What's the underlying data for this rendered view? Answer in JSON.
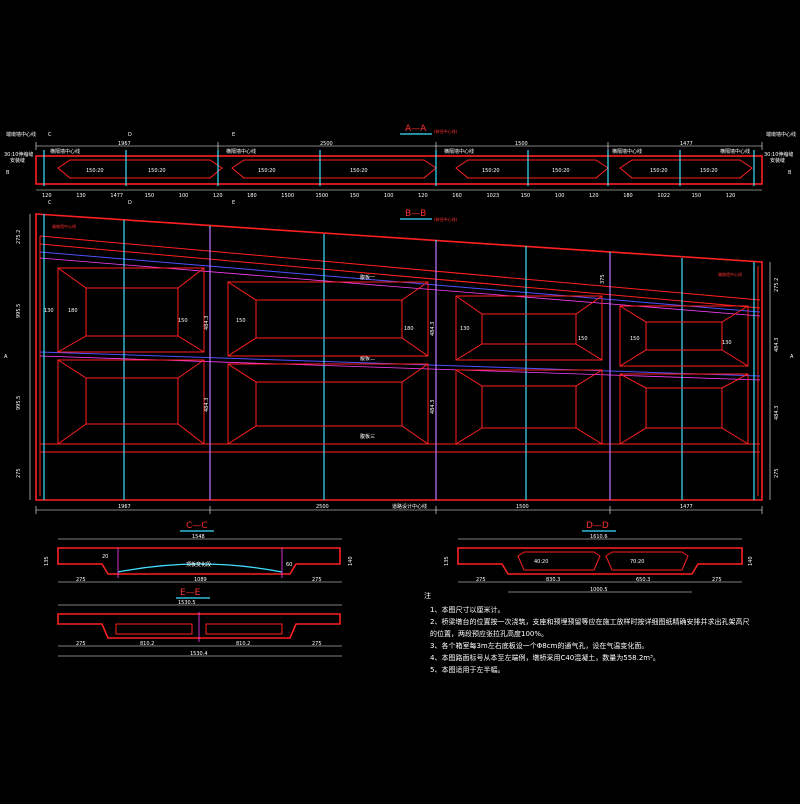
{
  "section_aa": {
    "title": "A—A",
    "subtitle": "(跨径中心线)",
    "left_side_label": "端墩墙中心线",
    "right_side_label": "端墩墙中心线",
    "left_bottom_label": "30:10伸缩缝",
    "left_bottom_label2": "安装缝",
    "right_bottom_label": "30:10伸缩缝",
    "right_bottom_label2": "安装缝",
    "top_dims": [
      "1967",
      "2500",
      "1500",
      "1477"
    ],
    "bottom_dims": [
      "120",
      "130",
      "1477",
      "150",
      "100",
      "120",
      "180",
      "1500",
      "1500",
      "150",
      "100",
      "120",
      "160",
      "1023",
      "150",
      "100",
      "120",
      "180",
      "1022",
      "150",
      "120"
    ],
    "box_labels": [
      "150:20",
      "150:20",
      "150:20",
      "150:20",
      "150:20",
      "150:20",
      "150:20",
      "150:20"
    ],
    "pier_labels": [
      "横隔墙中心线",
      "横隔墙中心线",
      "横隔墙中心线",
      "横隔墙中心线",
      "横隔墙中心线"
    ],
    "markers": [
      "C",
      "D",
      "E",
      "B",
      "B"
    ]
  },
  "section_bb": {
    "title": "B—B",
    "subtitle": "(跨径中心线)",
    "left_label": "端墩墙中心线",
    "right_label": "端墩墙中心线",
    "bottom_label": "道路设计中心线",
    "markers": [
      "C",
      "D",
      "E",
      "A",
      "A"
    ],
    "left_dims": [
      "275.2",
      "995.5",
      "995.5",
      "275"
    ],
    "right_dims": [
      "275.2",
      "484.3",
      "484.3",
      "275"
    ],
    "mid_dims": [
      "375",
      "150",
      "484.3",
      "484.3"
    ],
    "bottom_dims": [
      "1967",
      "2500",
      "1500",
      "1477"
    ],
    "web_labels": [
      "腹板一",
      "腹板二",
      "腹板三"
    ],
    "panel_dims": [
      "130",
      "180",
      "150",
      "150",
      "180",
      "130",
      "150",
      "150",
      "130"
    ]
  },
  "section_cc": {
    "title": "C—C",
    "top_dim": "1548",
    "inner_label": "顶板变化段",
    "dims": [
      "275",
      "1089",
      "275"
    ],
    "side_dims": [
      "135",
      "20",
      "60",
      "140"
    ]
  },
  "section_dd": {
    "title": "D—D",
    "top_dim": "1610.6",
    "box_labels": [
      "40:20",
      "70:20"
    ],
    "dims": [
      "275",
      "830.3",
      "650.3",
      "275"
    ],
    "total_dim": "1000.5",
    "side_dims": [
      "135",
      "140"
    ]
  },
  "section_ee": {
    "title": "E—E",
    "top_dim": "1530.5",
    "dims": [
      "275",
      "810.2",
      "810.2",
      "275"
    ],
    "total_dim": "1530.4"
  },
  "notes": {
    "heading": "注",
    "items": [
      "1、本图尺寸以厘米计。",
      "2、桥梁墩台的位置按一次浇筑，支座和预埋预留等应在施工放样时按详细图纸精确安排并求出孔架高尺",
      "    的位置，两段预应张拉孔高度100%。",
      "3、各个箱室每3m左右底板设一个Φ8cm的通气孔，设在气温变化面。",
      "4、本图路面标号从本至左端例，墩桥采用C40混凝土，数量为558.2m³。",
      "5、本图适用于左半幅。"
    ]
  },
  "colors": {
    "background": "#000000",
    "structure": "#ff2020",
    "centerline": "#40e0ff",
    "dimension": "#ffffff",
    "guide": "#ff40ff"
  }
}
